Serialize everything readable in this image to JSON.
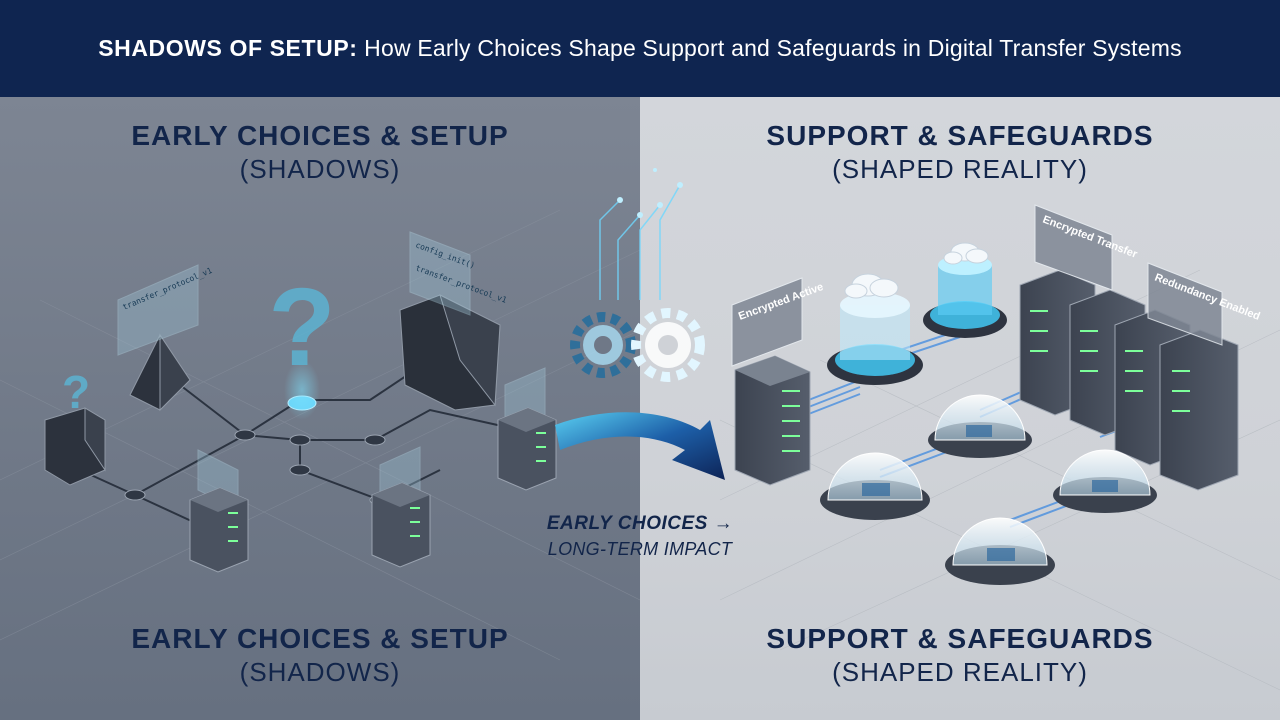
{
  "banner": {
    "title_bold": "SHADOWS OF SETUP:",
    "title_rest": "How Early Choices Shape Support and Safeguards in Digital Transfer Systems"
  },
  "left": {
    "top_heading": "EARLY CHOICES & SETUP",
    "top_sub": "(SHADOWS)",
    "bottom_heading": "EARLY CHOICES & SETUP",
    "bottom_sub": "(SHADOWS)",
    "screen_labels": [
      "config_init()",
      "transfer_protocol_v1",
      "transfer_protocol_v1"
    ]
  },
  "right": {
    "top_heading": "SUPPORT & SAFEGUARDS",
    "top_sub": "(SHAPED REALITY)",
    "bottom_heading": "SUPPORT & SAFEGUARDS",
    "bottom_sub": "(SHAPED REALITY)",
    "tag_encrypted_active": "Encrypted Active",
    "tag_encrypted_transfer": "Encrypted Transfer",
    "tag_redundancy": "Redundancy Enabled"
  },
  "center": {
    "line1": "EARLY CHOICES →",
    "line2": "LONG-TERM IMPACT"
  },
  "colors": {
    "banner": "#0f2550",
    "heading": "#12254a",
    "accent": "#3ab8ea",
    "arrow": "#12306e"
  }
}
